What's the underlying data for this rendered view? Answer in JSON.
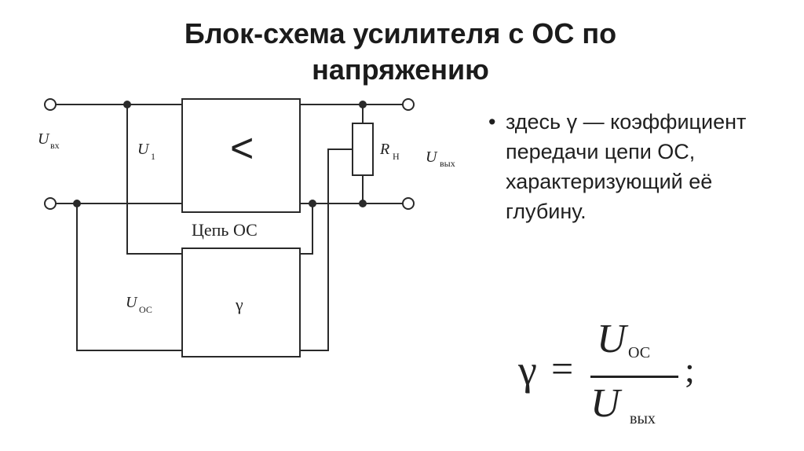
{
  "slide": {
    "title": "Блок-схема усилителя с ОС по напряжению"
  },
  "diagram": {
    "input_label": "U",
    "input_sub": "вх",
    "u1_label": "U",
    "u1_sub": "1",
    "amp_symbol": "<",
    "load_label": "R",
    "load_sub": "Н",
    "output_label": "U",
    "output_sub": "вых",
    "feedback_circuit_label": "Цепь ОС",
    "feedback_block_label": "γ",
    "feedback_voltage_label": "U",
    "feedback_voltage_sub": "ОС"
  },
  "bullet": {
    "marker": "•",
    "text": "здесь γ — коэффициент передачи цепи ОС, характеризующий её глубину."
  },
  "formula": {
    "lhs": "γ",
    "equals": "=",
    "numerator": "U",
    "numerator_sub": "ОС",
    "denominator": "U",
    "denominator_sub": "вых",
    "terminator": ";"
  }
}
